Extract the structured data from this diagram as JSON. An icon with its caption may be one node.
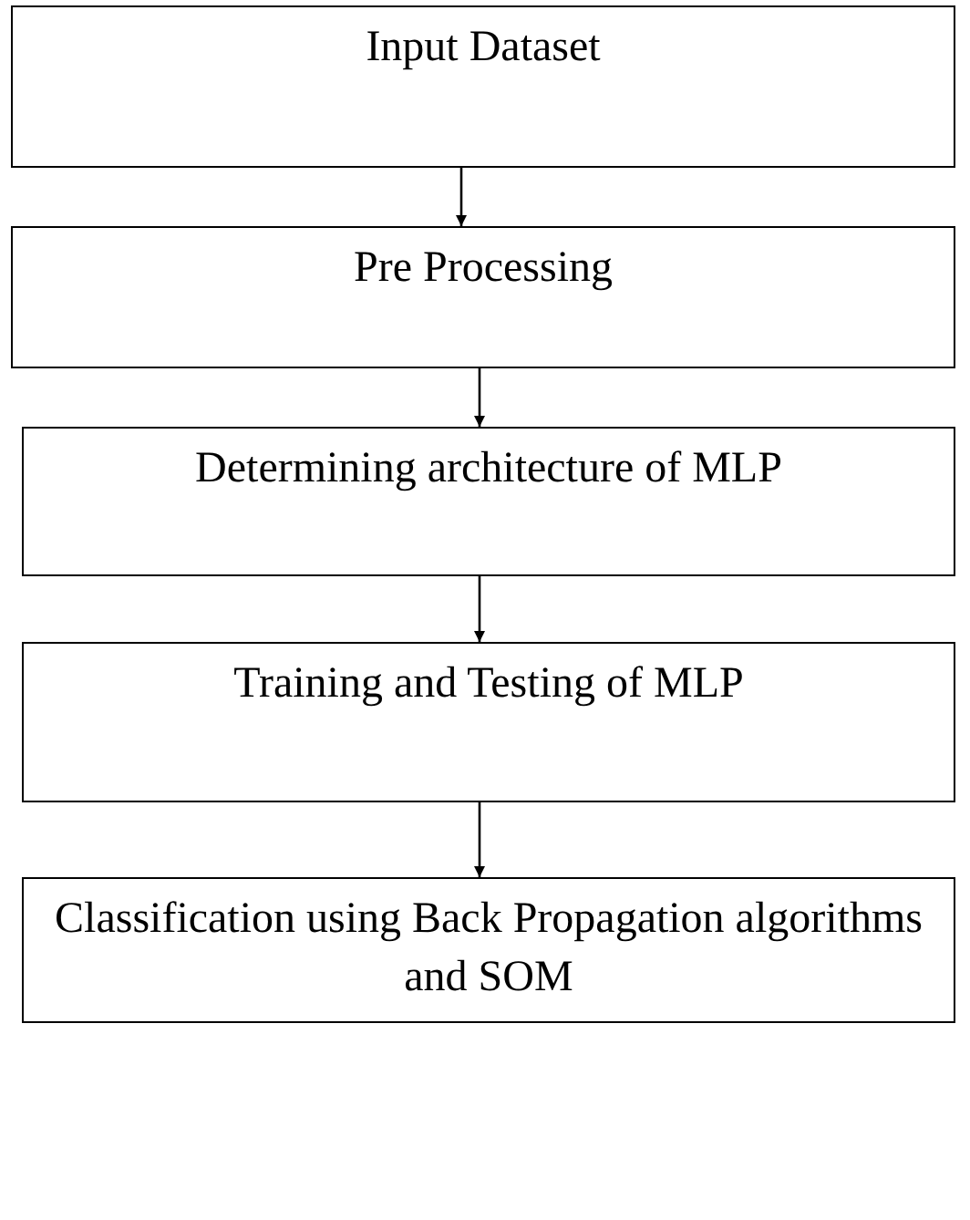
{
  "diagram": {
    "nodes": [
      {
        "text": [
          "Input Dataset"
        ]
      },
      {
        "text": [
          "Pre Processing"
        ]
      },
      {
        "text": [
          "Determining architecture of MLP"
        ]
      },
      {
        "text": [
          "Training and Testing of MLP"
        ]
      },
      {
        "text": [
          "Classification using Back Propagation algorithms and SOM"
        ]
      }
    ],
    "edges": [
      {
        "from": 0,
        "to": 1,
        "arrow": "to"
      },
      {
        "from": 1,
        "to": 2,
        "arrow": "to"
      },
      {
        "from": 2,
        "to": 3,
        "arrow": "to"
      },
      {
        "from": 3,
        "to": 4,
        "arrow": "to"
      }
    ]
  }
}
